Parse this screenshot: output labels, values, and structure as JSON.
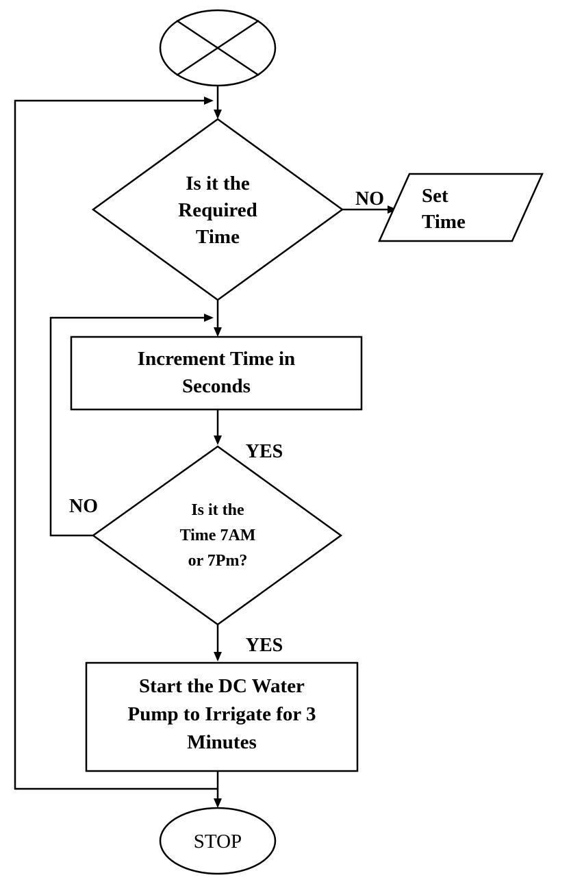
{
  "diagram": {
    "decision_time": {
      "lines": [
        "Is it the",
        "Required",
        "Time"
      ]
    },
    "set_time": {
      "lines": [
        "Set",
        "Time"
      ]
    },
    "increment": {
      "lines": [
        "Increment Time in",
        "Seconds"
      ]
    },
    "decision_7": {
      "lines": [
        "Is it the",
        "Time 7AM",
        "or 7Pm?"
      ]
    },
    "pump": {
      "lines": [
        "Start the DC Water",
        "Pump to Irrigate for 3",
        "Minutes"
      ]
    },
    "stop": {
      "label": "STOP"
    },
    "labels": {
      "no_set_time": "NO",
      "yes_after_increment": "YES",
      "no_loop": "NO",
      "yes_to_pump": "YES"
    }
  }
}
